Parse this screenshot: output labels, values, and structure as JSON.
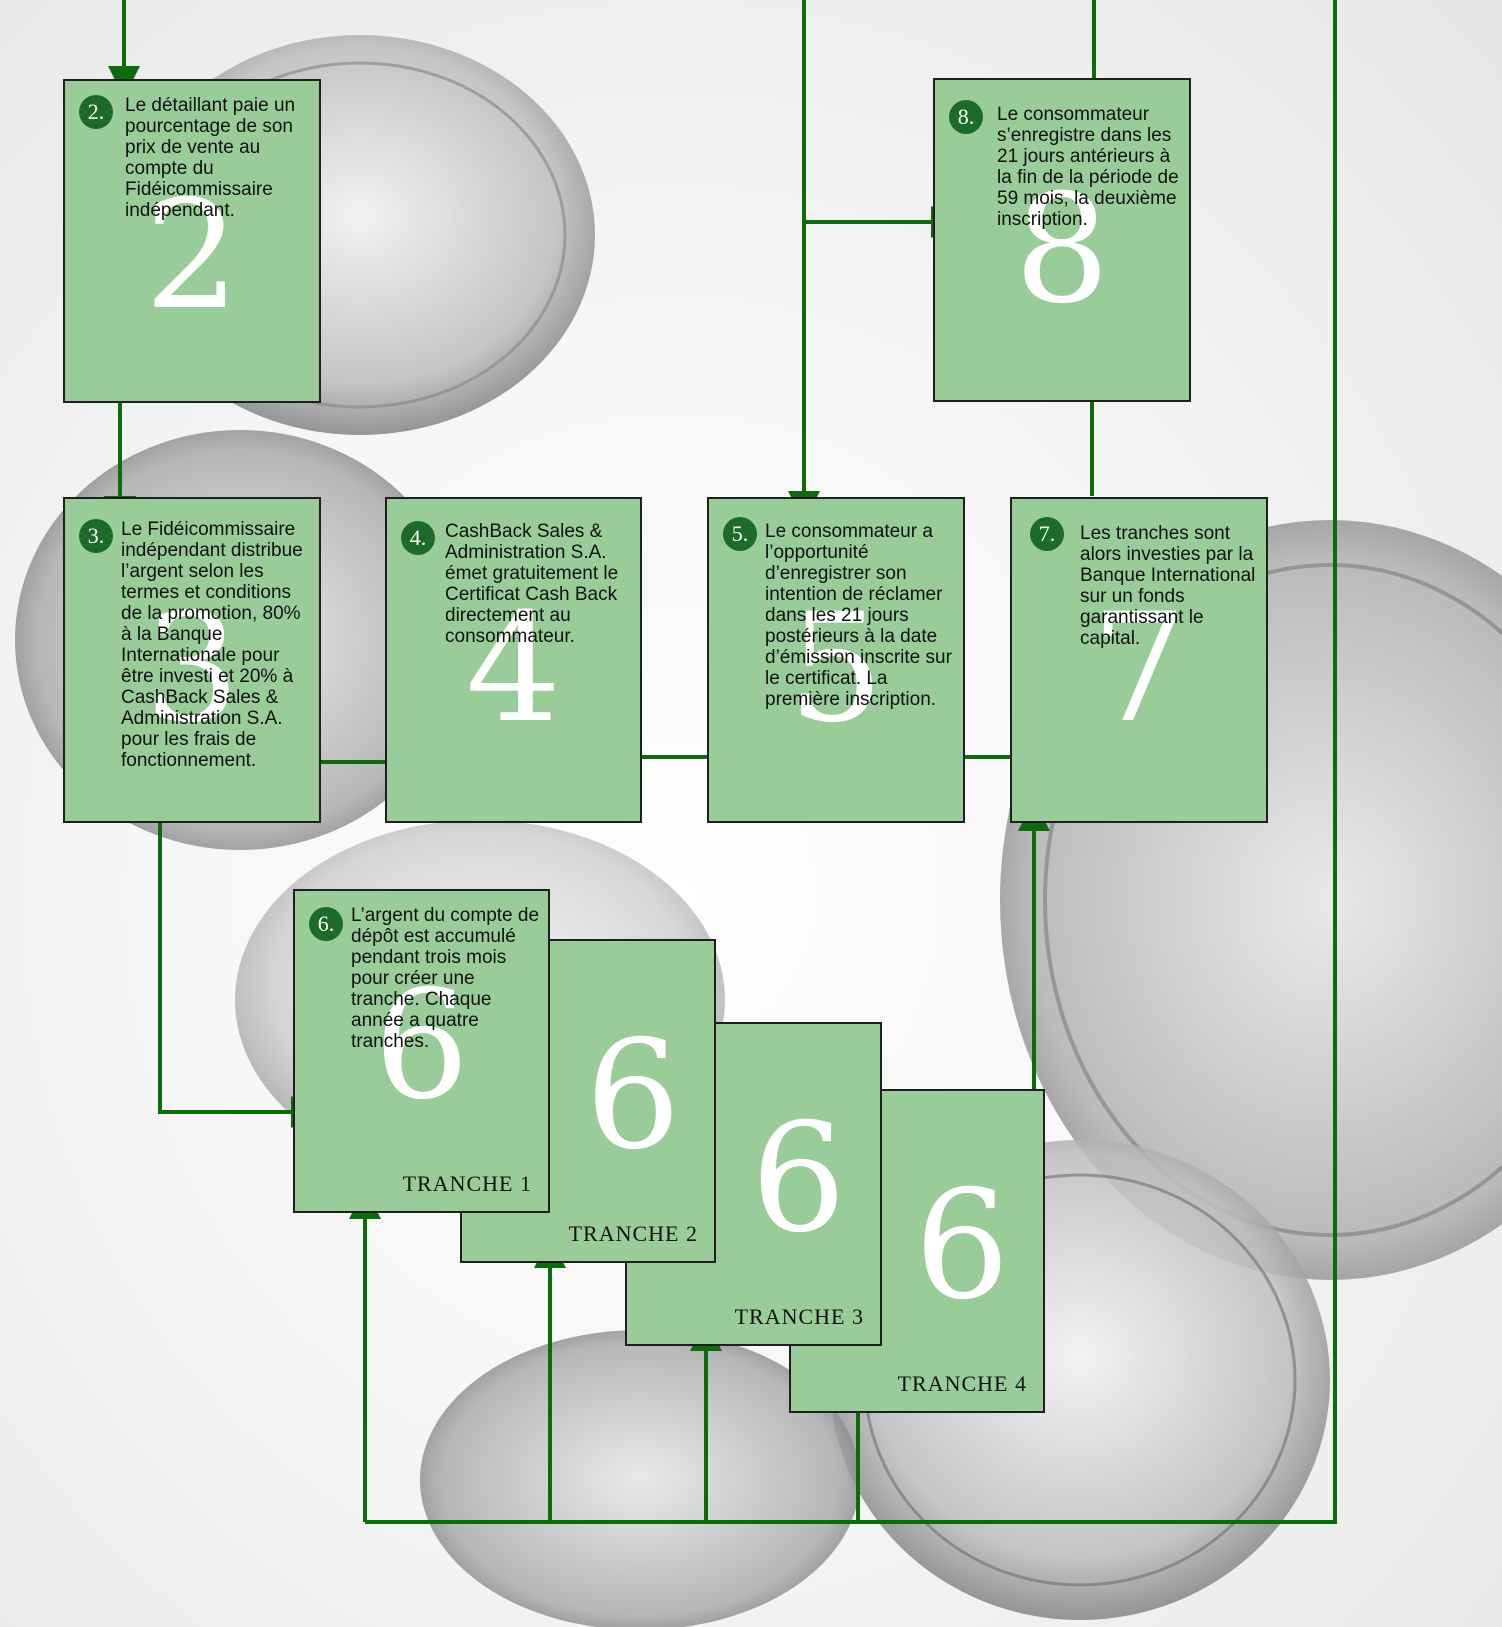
{
  "colors": {
    "box_fill": "#99cc99",
    "arrow": "#0d6b0d",
    "badge": "#1c6b2a"
  },
  "steps": {
    "s2": {
      "badge": "2.",
      "big": "2",
      "text": "Le détaillant paie un pourcentage de son prix de vente au compte du Fidéicommissaire indépendant."
    },
    "s3": {
      "badge": "3.",
      "big": "3",
      "text": "Le Fidéicommissaire indépendant distribue l’argent selon les termes et conditions de la promotion, 80% à la Banque Internationale pour être investi et 20% à CashBack Sales & Administration S.A. pour les frais de fonctionnement."
    },
    "s4": {
      "badge": "4.",
      "big": "4",
      "text": "CashBack Sales & Administration S.A. émet gratuitement le Certificat Cash Back directement au consommateur."
    },
    "s5": {
      "badge": "5.",
      "big": "5",
      "text": "Le consommateur a l’opportunité d’enregistrer son intention de réclamer dans les 21 jours postérieurs à la date d’émission inscrite sur le certificat. La première inscription."
    },
    "s6": {
      "badge": "6.",
      "big": "6",
      "text": "L’argent du compte de dépôt est accumulé pendant trois mois pour créer une tranche. Chaque année a quatre tranches."
    },
    "s7": {
      "badge": "7.",
      "big": "7",
      "text": "Les tranches sont alors investies par la Banque International sur un fonds garantissant le capital."
    },
    "s8": {
      "badge": "8.",
      "big": "8",
      "text": "Le consommateur s’enregistre dans les 21 jours antérieurs à la fin de la période de 59 mois, la deuxième inscription."
    }
  },
  "tranches": [
    {
      "big": "6",
      "label": "TRANCHE 1"
    },
    {
      "big": "6",
      "label": "TRANCHE 2"
    },
    {
      "big": "6",
      "label": "TRANCHE 3"
    },
    {
      "big": "6",
      "label": "TRANCHE 4"
    }
  ]
}
